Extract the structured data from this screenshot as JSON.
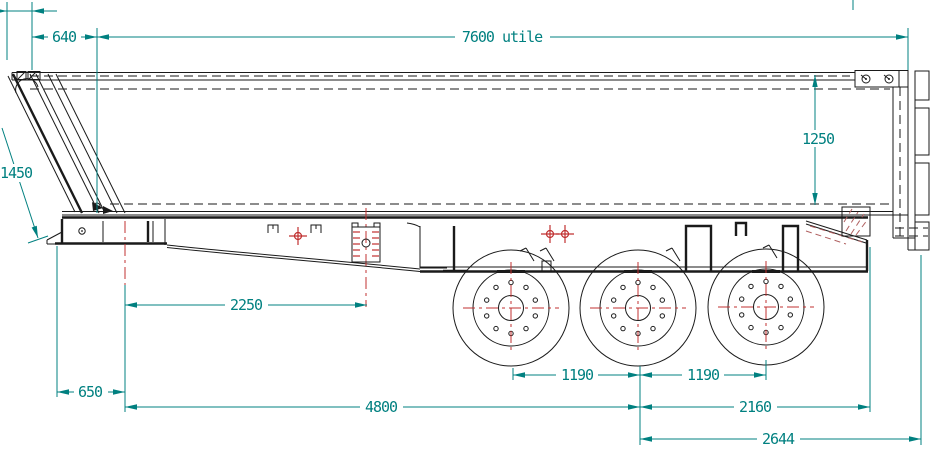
{
  "dimensions": {
    "d640": "640",
    "d7600": "7600  utile",
    "d1250": "1250",
    "d1450": "1450",
    "d2250": "2250",
    "d650": "650",
    "d4800": "4800",
    "d1190a": "1190",
    "d1190b": "1190",
    "d2160": "2160",
    "d2644": "2644"
  },
  "colors": {
    "dimension_teal": "#008080",
    "centerline_red": "#c03030",
    "hatch_red": "#b06060",
    "line_black": "#1a1a1a",
    "background": "#ffffff"
  }
}
